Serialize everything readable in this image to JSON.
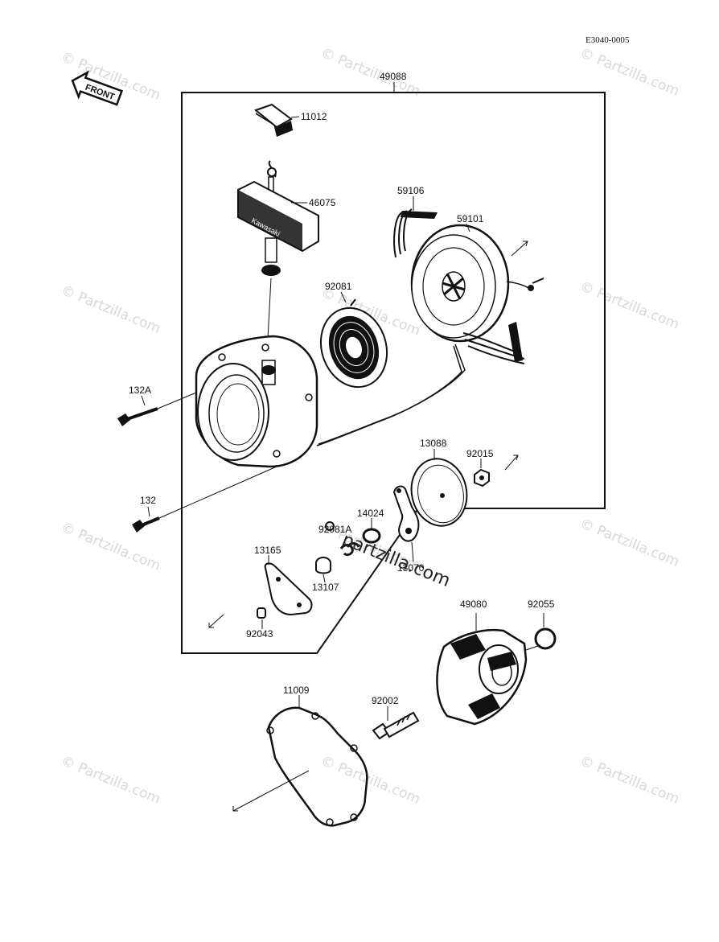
{
  "diagram_code": "E3040-0005",
  "front_label": "FRONT",
  "logo_text": "Kawasaki",
  "watermark_text": "© Partzilla.com",
  "overlay_watermark": "partzilla.com",
  "part_labels": {
    "p49088": "49088",
    "p11012": "11012",
    "p46075": "46075",
    "p59106": "59106",
    "p59101": "59101",
    "p92081": "92081",
    "p132a": "132A",
    "p132": "132",
    "p13088": "13088",
    "p92015": "92015",
    "p14024": "14024",
    "p92081a": "92081A",
    "p13070": "13070",
    "p13165": "13165",
    "p13107": "13107",
    "p92043": "92043",
    "p49080": "49080",
    "p92055": "92055",
    "p11009": "11009",
    "p92002": "92002"
  }
}
